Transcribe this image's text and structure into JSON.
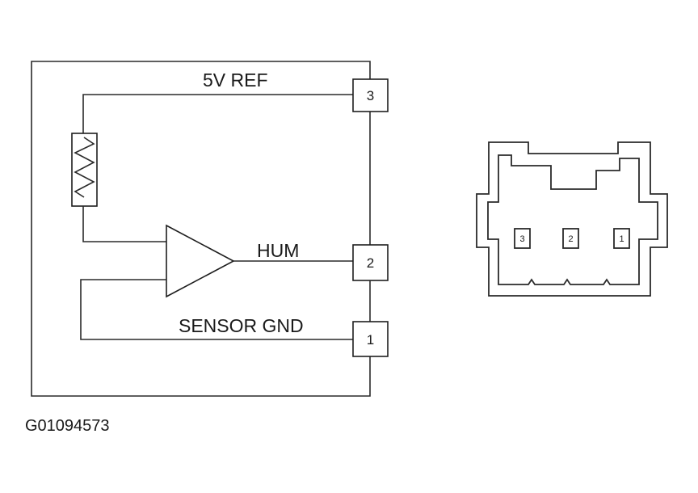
{
  "diagram": {
    "signals": {
      "ref": "5V REF",
      "hum": "HUM",
      "gnd": "SENSOR GND"
    },
    "terminals": [
      "3",
      "2",
      "1"
    ],
    "connector_pins": [
      "3",
      "2",
      "1"
    ],
    "figure_id": "G01094573"
  }
}
